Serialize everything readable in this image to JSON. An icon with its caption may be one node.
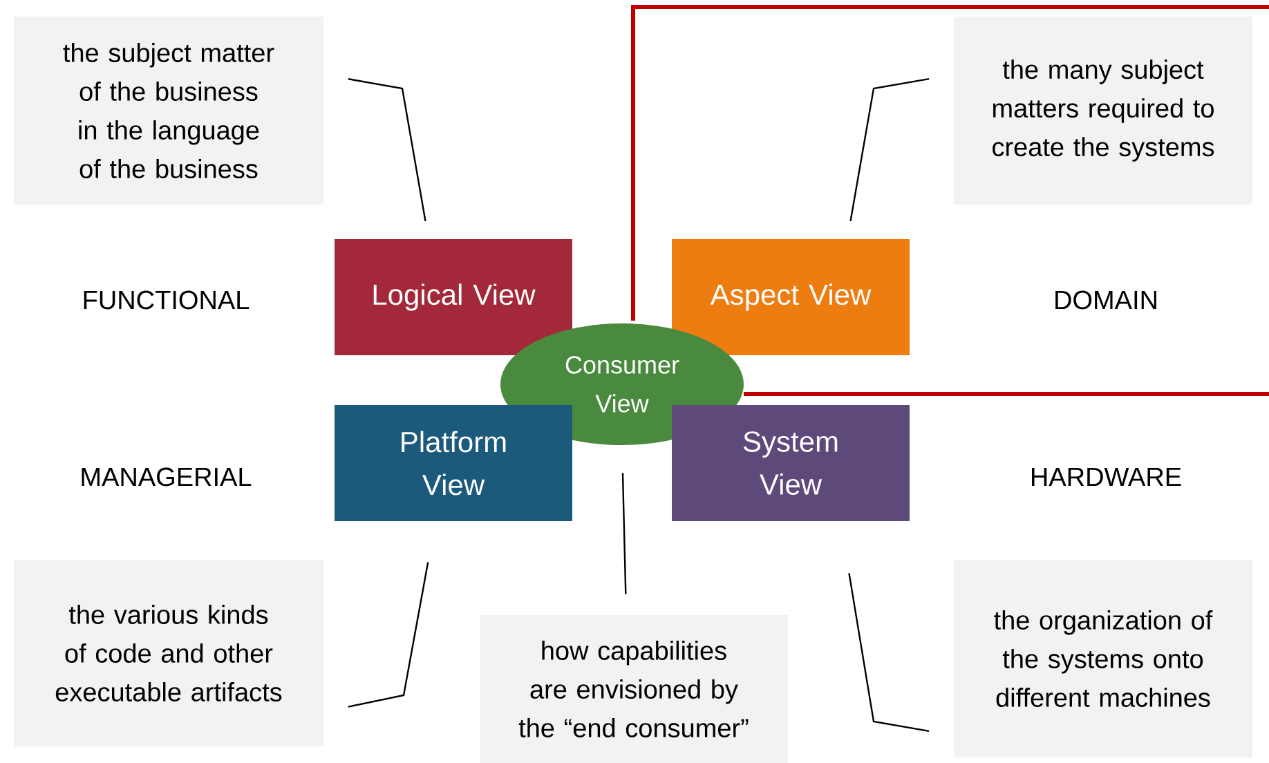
{
  "diagram": {
    "nodes": [
      {
        "text": [
          "the subject matter of the business in the language of the business"
        ]
      },
      {
        "text": [
          "the many subject matters required to create the systems"
        ]
      },
      {
        "text": [
          "Logical View"
        ]
      },
      {
        "text": [
          "Aspect View"
        ]
      },
      {
        "text": [
          "Consumer View"
        ]
      },
      {
        "text": [
          "Platform View"
        ]
      },
      {
        "text": [
          "System View"
        ]
      },
      {
        "text": [
          "the various kinds of code and other executable artifacts"
        ]
      },
      {
        "text": [
          "how capabilities are envisioned by the “end consumer”"
        ]
      },
      {
        "text": [
          "the organization of the systems onto different machines"
        ]
      }
    ],
    "edges": [
      {
        "from": 0,
        "to": 2,
        "arrow": "none"
      },
      {
        "from": 1,
        "to": 3,
        "arrow": "none"
      },
      {
        "from": 7,
        "to": 5,
        "arrow": "none"
      },
      {
        "from": 8,
        "to": 4,
        "arrow": "none"
      },
      {
        "from": 9,
        "to": 6,
        "arrow": "none"
      }
    ],
    "labels": [
      "FUNCTIONAL",
      "DOMAIN",
      "MANAGERIAL",
      "HARDWARE"
    ]
  }
}
